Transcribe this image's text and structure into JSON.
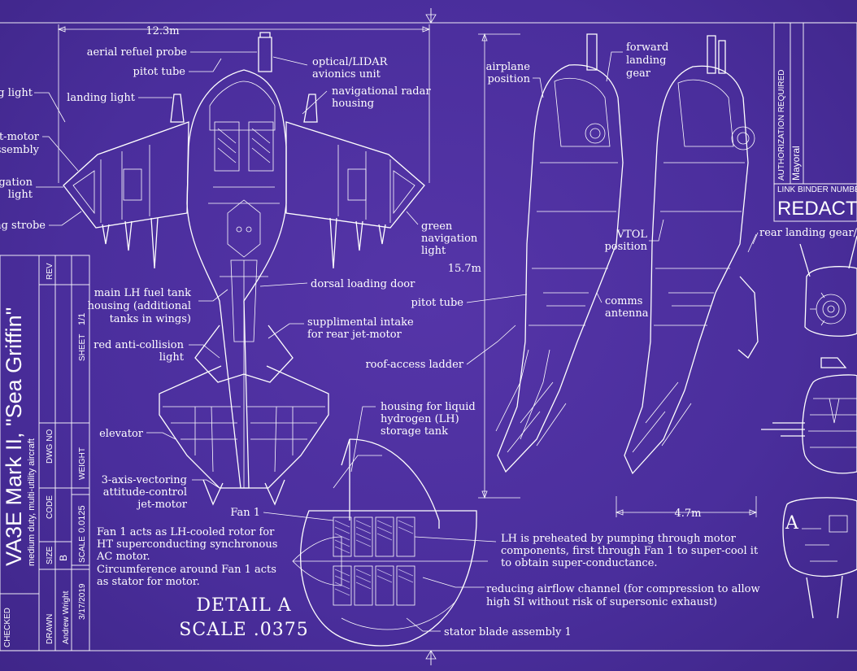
{
  "sheet": {
    "dimensions": {
      "wingspan": "12.3m",
      "height": "15.7m",
      "width": "4.7m"
    },
    "callouts": {
      "landing_light_left_cut": "g light",
      "jet_motor_assembly": [
        "et-motor",
        "ssembly"
      ],
      "navigation_light_left": [
        "igation",
        "light"
      ],
      "landing_strobe": "ng strobe",
      "aerial_refuel_probe": "aerial refuel probe",
      "pitot_tube_top": "pitot tube",
      "landing_light": "landing light",
      "optical_lidar": [
        "optical/LIDAR",
        "avionics unit"
      ],
      "nav_radar": [
        "navigational radar",
        "housing"
      ],
      "green_nav_light": [
        "green",
        "navigation",
        "light"
      ],
      "main_fuel_tank": [
        "main LH fuel tank",
        "housing (additional",
        "tanks in wings)"
      ],
      "dorsal_loading_door": "dorsal loading door",
      "supplemental_intake": [
        "supplimental intake",
        "for rear jet-motor"
      ],
      "red_anticollision": [
        "red anti-collision",
        "light"
      ],
      "elevator": "elevator",
      "attitude_control": [
        "3-axis-vectoring",
        "attitude-control",
        "jet-motor"
      ],
      "airplane_position": [
        "airplane",
        "position"
      ],
      "forward_landing_gear": [
        "forward",
        "landing",
        "gear"
      ],
      "vtol_position": [
        "VTOL",
        "position"
      ],
      "pitot_tube_side": "pitot tube",
      "comms_antenna": [
        "comms",
        "antenna"
      ],
      "roof_access_ladder": "roof-access ladder",
      "lh_tank_housing": [
        "housing for liquid",
        "hydrogen (LH)",
        "storage tank"
      ],
      "fan1": "Fan 1",
      "rear_landing_gear": "rear landing gear/p",
      "detail_marker": "A"
    },
    "notes": {
      "fan_note": [
        "Fan 1 acts as LH-cooled rotor for",
        "HT superconducting synchronous",
        "AC motor.",
        "Circumference around Fan 1 acts",
        "as stator for motor."
      ],
      "lh_note": [
        "LH is preheated by pumping through motor",
        "components, first through Fan 1 to super-cool it",
        "to obtain super-conductance."
      ],
      "airflow_note": [
        "reducing airflow channel (for compression to allow",
        "high SI without risk of supersonic exhaust)"
      ],
      "stator_note": "stator blade assembly 1"
    },
    "detail": {
      "title": "DETAIL A",
      "scale": "SCALE .0375"
    },
    "title_block": {
      "rev_label": "REV",
      "sheet_label": "SHEET",
      "sheet_value": "1/1",
      "dwg_no_label": "DWG NO",
      "code_label": "CODE",
      "weight_label": "WEIGHT",
      "size_label": "SIZE",
      "size_value": "B",
      "scale_label": "SCALE",
      "scale_value": "0.0125",
      "title": "VA3E Mark II, \"Sea Griffin\"",
      "subtitle": "medium duty, multi-utility aircraft",
      "drawn_label": "DRAWN",
      "drawn_by": "Andrew Wright",
      "date": "3/17/2019",
      "checked_label": "CHECKED"
    },
    "auth_block": {
      "authorization_label": "AUTHORIZATION REQUIRED",
      "authorization_value": "Mayoral",
      "link_binder_label": "LINK BINDER NUMBE",
      "redacted": "REDACT"
    },
    "colors": {
      "paper": "#4b2f9f",
      "ink": "#ffffff"
    }
  }
}
